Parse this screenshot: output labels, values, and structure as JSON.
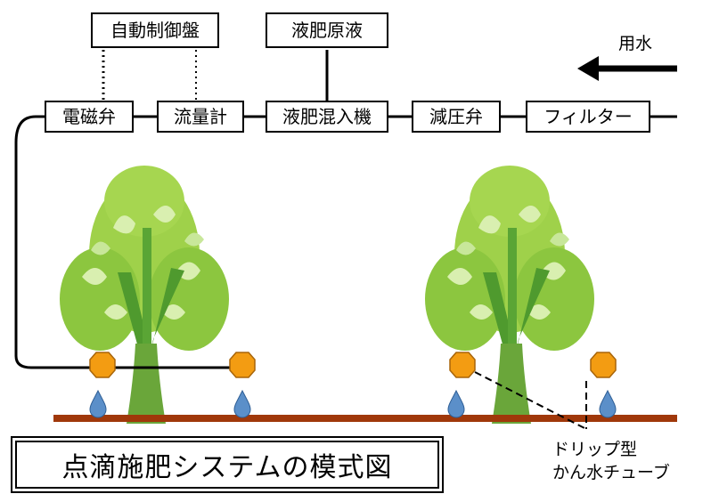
{
  "water_label": "用水",
  "boxes": {
    "control_panel": "自動制御盤",
    "fertilizer_stock": "液肥原液",
    "solenoid_valve": "電磁弁",
    "flow_meter": "流量計",
    "fertilizer_injector": "液肥混入機",
    "pressure_reducing_valve": "減圧弁",
    "filter": "フィルター"
  },
  "tube_label": {
    "line1": "ドリップ型",
    "line2": "かん水チューブ"
  },
  "title": "点滴施肥システムの模式図",
  "colors": {
    "tree_light": "#9fd14a",
    "tree_dark": "#4f9a2e",
    "trunk": "#6aa63a",
    "emitter": "#f39c12",
    "drop": "#5b8fc9",
    "ground": "#a0380a"
  }
}
